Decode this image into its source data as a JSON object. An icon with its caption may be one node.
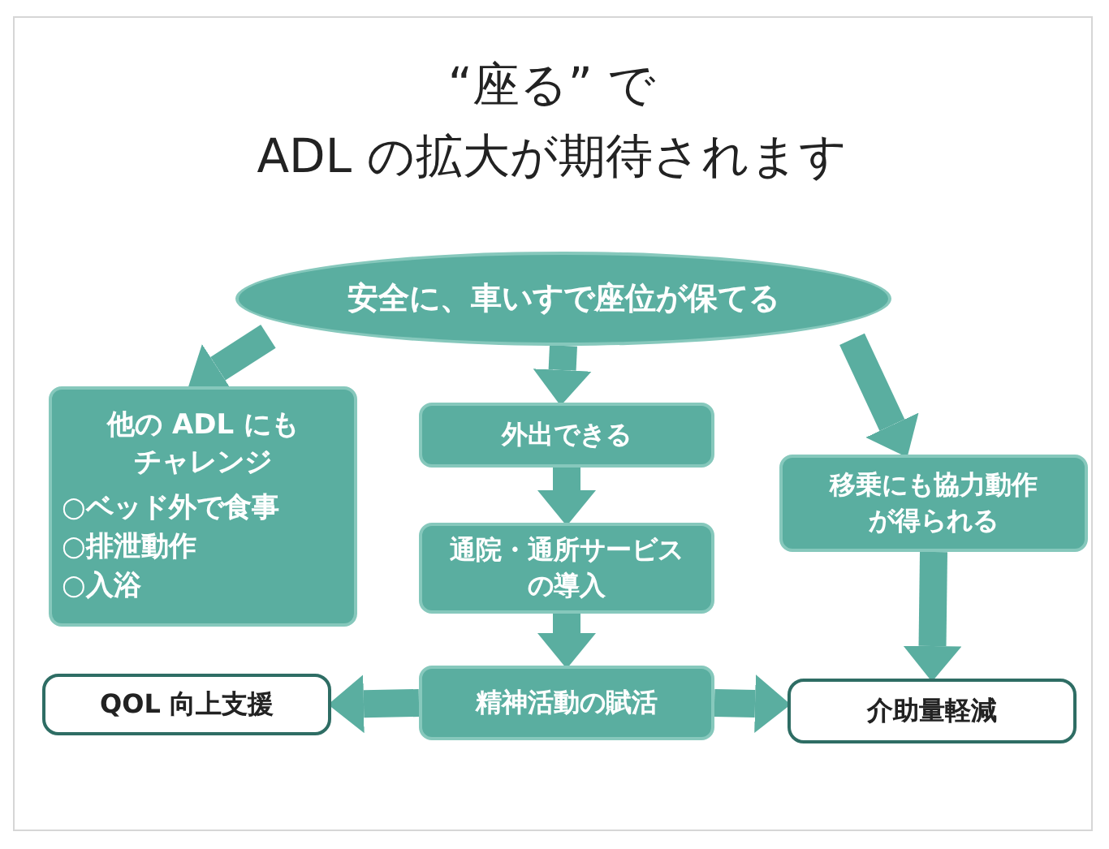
{
  "diagram": {
    "title": "“座る” でADL の拡大が期待されます",
    "nodes": [
      {
        "text": [
          "安全に、車いすで座位が保てる"
        ]
      },
      {
        "text": [
          "他の ADL にもチャレンジ",
          "○ベッド外で食事",
          "○排泄動作",
          "○入浴"
        ]
      },
      {
        "text": [
          "外出できる"
        ]
      },
      {
        "text": [
          "通院・通所サービスの導入"
        ]
      },
      {
        "text": [
          "精神活動の賦活"
        ]
      },
      {
        "text": [
          "移乗にも協力動作が得られる"
        ]
      },
      {
        "text": [
          "QOL 向上支援"
        ]
      },
      {
        "text": [
          "介助量軽減"
        ]
      }
    ],
    "edges": [
      {
        "from": 0,
        "to": 1,
        "arrow": "to"
      },
      {
        "from": 0,
        "to": 2,
        "arrow": "to"
      },
      {
        "from": 0,
        "to": 5,
        "arrow": "to"
      },
      {
        "from": 2,
        "to": 3,
        "arrow": "to"
      },
      {
        "from": 3,
        "to": 4,
        "arrow": "to"
      },
      {
        "from": 4,
        "to": 6,
        "arrow": "to"
      },
      {
        "from": 4,
        "to": 7,
        "arrow": "to"
      },
      {
        "from": 5,
        "to": 7,
        "arrow": "to"
      }
    ]
  }
}
